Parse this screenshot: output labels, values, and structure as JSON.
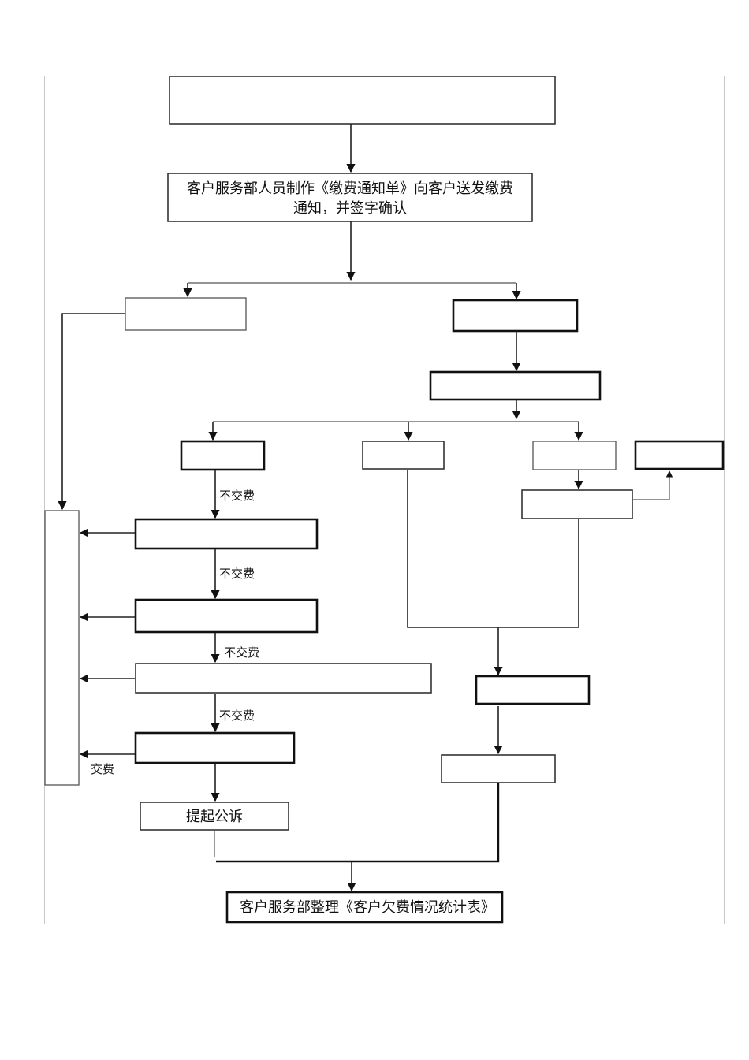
{
  "diagram": {
    "type": "flowchart",
    "nodes": {
      "top_box": {
        "text": ""
      },
      "notice": {
        "line1": "客户服务部人员制作《缴费通知单》向客户送发缴费",
        "line2": "通知，并签字确认"
      },
      "left_branch": {
        "text": ""
      },
      "right_branch": {
        "text": ""
      },
      "right_sub": {
        "text": ""
      },
      "opt_a": {
        "text": ""
      },
      "opt_b": {
        "text": ""
      },
      "opt_c": {
        "text": ""
      },
      "opt_d": {
        "text": ""
      },
      "opt_c_next": {
        "text": ""
      },
      "paid_collector": {
        "text": ""
      },
      "step1": {
        "text": ""
      },
      "step2": {
        "text": ""
      },
      "step3": {
        "text": ""
      },
      "step4": {
        "text": ""
      },
      "lawsuit": {
        "text": "提起公诉"
      },
      "merge1": {
        "text": ""
      },
      "merge2": {
        "text": ""
      },
      "final": {
        "text": "客户服务部整理《客户欠费情况统计表》"
      }
    },
    "edge_labels": {
      "not_paid_1": "不交费",
      "not_paid_2": "不交费",
      "not_paid_3": "不交费",
      "not_paid_4": "不交费",
      "paid": "交费"
    }
  }
}
